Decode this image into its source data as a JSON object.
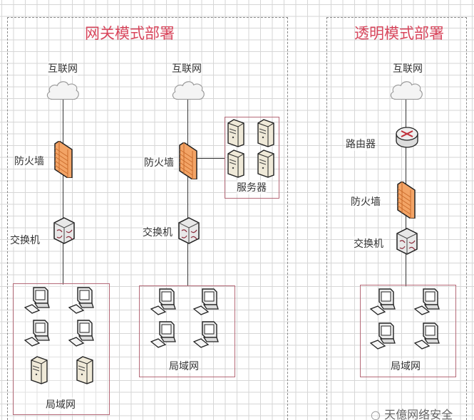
{
  "panels": {
    "gateway": {
      "title": "网关模式部署",
      "diagram_a": {
        "internet": "互联网",
        "firewall": "防火墙",
        "switch": "交换机",
        "lan": "局域网"
      },
      "diagram_b": {
        "internet": "互联网",
        "firewall": "防火墙",
        "servers": "服务器",
        "switch": "交换机",
        "lan": "局域网"
      }
    },
    "transparent": {
      "title": "透明模式部署",
      "internet": "互联网",
      "router": "路由器",
      "firewall": "防火墙",
      "switch": "交换机",
      "lan": "局域网"
    }
  },
  "watermark": "天億网络安全",
  "colors": {
    "title": "#d8465c",
    "box_border": "#b56a78",
    "firewall": "#f0a060",
    "grid": "#d6d6d6"
  }
}
